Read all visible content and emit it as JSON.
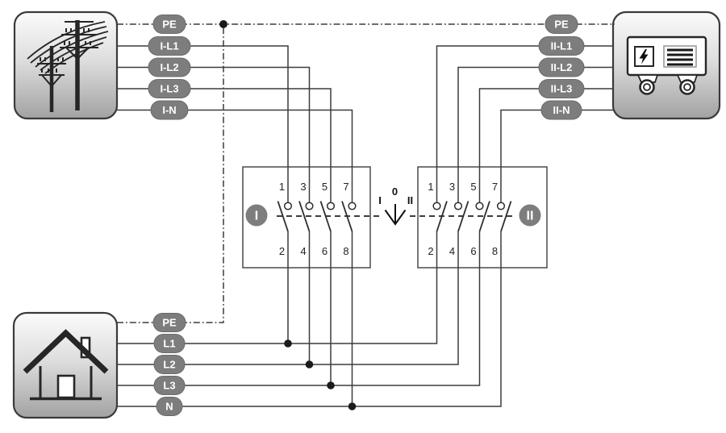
{
  "colors": {
    "pill": "#7d7d7d",
    "pill_text": "#ffffff",
    "wire": "#3c3c3c",
    "enclosure_border": "#4a4a4a",
    "device_border": "#3a3a3a",
    "junction_dot": "#1b1b1b",
    "background": "#ffffff"
  },
  "utility": {
    "labels": [
      "PE",
      "I-L1",
      "I-L2",
      "I-L3",
      "I-N"
    ]
  },
  "generator": {
    "labels": [
      "PE",
      "II-L1",
      "II-L2",
      "II-L3",
      "II-N"
    ]
  },
  "house": {
    "labels": [
      "PE",
      "L1",
      "L2",
      "L3",
      "N"
    ]
  },
  "switch_i": {
    "badge": "I",
    "top": [
      "1",
      "3",
      "5",
      "7"
    ],
    "bottom": [
      "2",
      "4",
      "6",
      "8"
    ]
  },
  "switch_ii": {
    "badge": "II",
    "top": [
      "1",
      "3",
      "5",
      "7"
    ],
    "bottom": [
      "2",
      "4",
      "6",
      "8"
    ]
  },
  "selector": {
    "positions": [
      "I",
      "0",
      "II"
    ]
  },
  "icons": [
    "power-lines-icon",
    "generator-icon",
    "house-icon"
  ]
}
